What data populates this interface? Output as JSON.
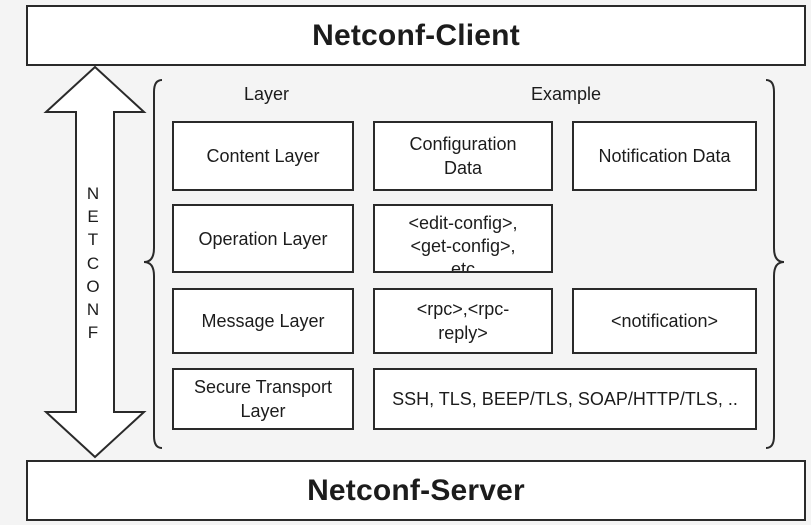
{
  "client_label": "Netconf-Client",
  "server_label": "Netconf-Server",
  "side_label": "N\nE\nT\nC\nO\nN\nF",
  "headers": {
    "layer": "Layer",
    "example": "Example"
  },
  "layers": [
    {
      "name": "Content Layer",
      "examples": [
        "Configuration\nData",
        "Notification Data"
      ]
    },
    {
      "name": "Operation Layer",
      "examples": [
        "<edit-config>,\n<get-config>,\netc"
      ]
    },
    {
      "name": "Message Layer",
      "examples": [
        "<rpc>,<rpc-\nreply>",
        "<notification>"
      ]
    },
    {
      "name": "Secure Transport\nLayer",
      "examples": [
        "SSH, TLS, BEEP/TLS, SOAP/HTTP/TLS, .."
      ]
    }
  ]
}
